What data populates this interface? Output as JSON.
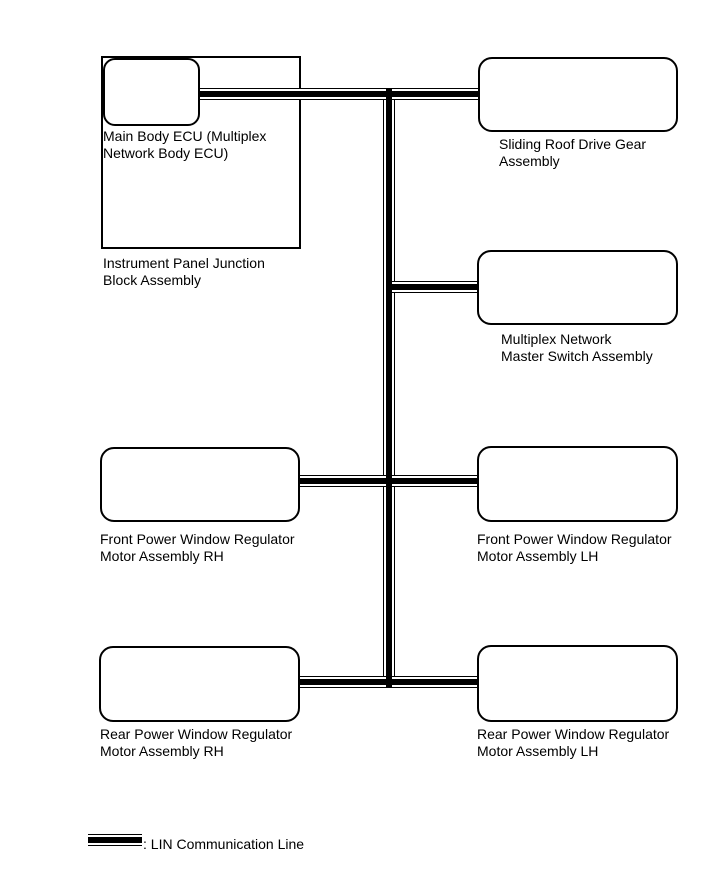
{
  "diagram": {
    "type": "wiring-communication-diagram",
    "nodes": {
      "main_body_ecu": {
        "label": "Main Body ECU (Multiplex\nNetwork Body ECU)"
      },
      "instrument_panel": {
        "label": "Instrument Panel Junction\nBlock Assembly"
      },
      "sliding_roof": {
        "label": "Sliding Roof Drive Gear\nAssembly"
      },
      "multiplex_master": {
        "label": "Multiplex Network\nMaster Switch Assembly"
      },
      "front_rh": {
        "label": "Front Power Window Regulator\nMotor Assembly RH"
      },
      "front_lh": {
        "label": "Front Power Window Regulator\nMotor Assembly LH"
      },
      "rear_rh": {
        "label": "Rear Power Window Regulator\nMotor Assembly RH"
      },
      "rear_lh": {
        "label": "Rear Power Window Regulator\nMotor Assembly LH"
      }
    },
    "legend": {
      "label": ": LIN Communication Line"
    },
    "colors": {
      "line": "#000000",
      "background": "#ffffff",
      "text": "#000000"
    }
  }
}
